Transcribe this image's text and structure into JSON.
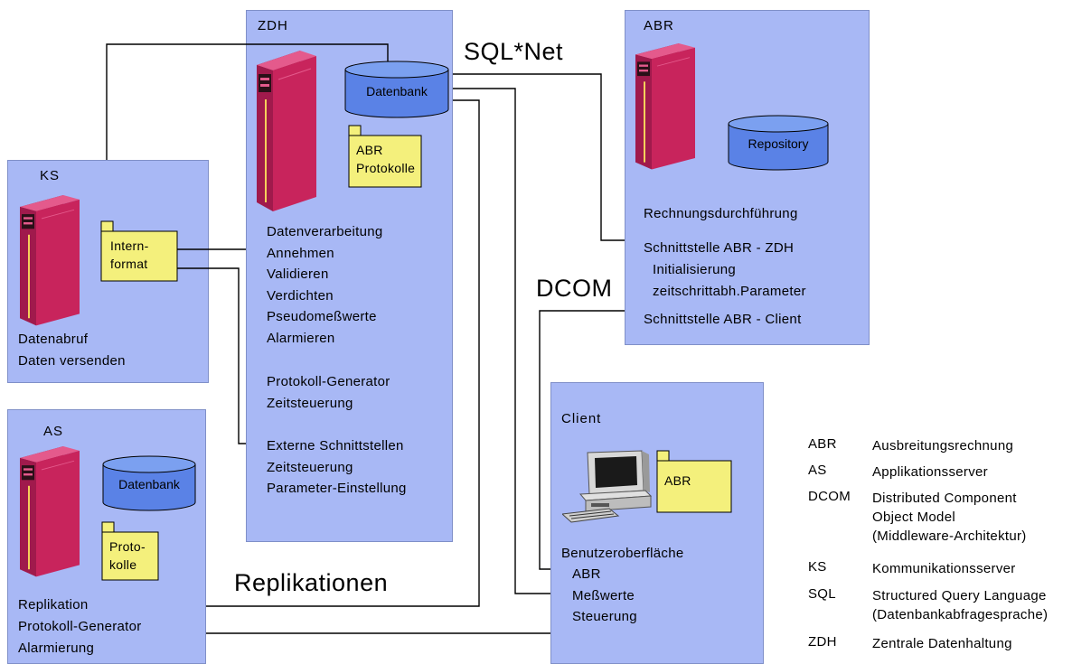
{
  "colors": {
    "box_fill": "#a8b8f5",
    "server_fill": "#c8245c",
    "folder_fill": "#f4f07c",
    "db_fill": "#5a82e6",
    "line": "#000000"
  },
  "connections": {
    "sqlnet": "SQL*Net",
    "dcom": "DCOM",
    "replikationen": "Replikationen"
  },
  "zdh": {
    "title": "ZDH",
    "db_label": "Datenbank",
    "folder_lines": [
      "ABR",
      "Protokolle"
    ],
    "group1": [
      "Datenverarbeitung",
      "Annehmen",
      "Validieren",
      "Verdichten",
      "Pseudomeßwerte",
      "Alarmieren"
    ],
    "group2": [
      "Protokoll-Generator",
      "Zeitsteuerung"
    ],
    "group3": [
      "Externe Schnittstellen",
      "Zeitsteuerung",
      "Parameter-Einstellung"
    ]
  },
  "ks": {
    "title": "KS",
    "folder_lines": [
      "Intern-",
      "format"
    ],
    "lines": [
      "Datenabruf",
      "Daten versenden"
    ]
  },
  "abr": {
    "title": "ABR",
    "db_label": "Repository",
    "line1": "Rechnungsdurchführung",
    "line2": "Schnittstelle ABR - ZDH",
    "line3": "Initialisierung",
    "line4": "zeitschrittabh.Parameter",
    "line5": "Schnittstelle ABR - Client"
  },
  "as": {
    "title": "AS",
    "db_label": "Datenbank",
    "folder_lines": [
      "Proto-",
      "kolle"
    ],
    "lines": [
      "Replikation",
      "Protokoll-Generator",
      "Alarmierung"
    ]
  },
  "client": {
    "title": "Client",
    "folder_label": "ABR",
    "lines": [
      "Benutzeroberfläche",
      "ABR",
      "Meßwerte",
      "Steuerung"
    ]
  },
  "legend": [
    {
      "abbr": "ABR",
      "def": [
        "Ausbreitungsrechnung"
      ]
    },
    {
      "abbr": "AS",
      "def": [
        "Applikationsserver"
      ]
    },
    {
      "abbr": "DCOM",
      "def": [
        "Distributed Component",
        "Object Model",
        "(Middleware-Architektur)"
      ]
    },
    {
      "abbr": "KS",
      "def": [
        "Kommunikationsserver"
      ]
    },
    {
      "abbr": "SQL",
      "def": [
        "Structured Query Language",
        "(Datenbankabfragesprache)"
      ]
    },
    {
      "abbr": "ZDH",
      "def": [
        "Zentrale Datenhaltung"
      ]
    }
  ]
}
